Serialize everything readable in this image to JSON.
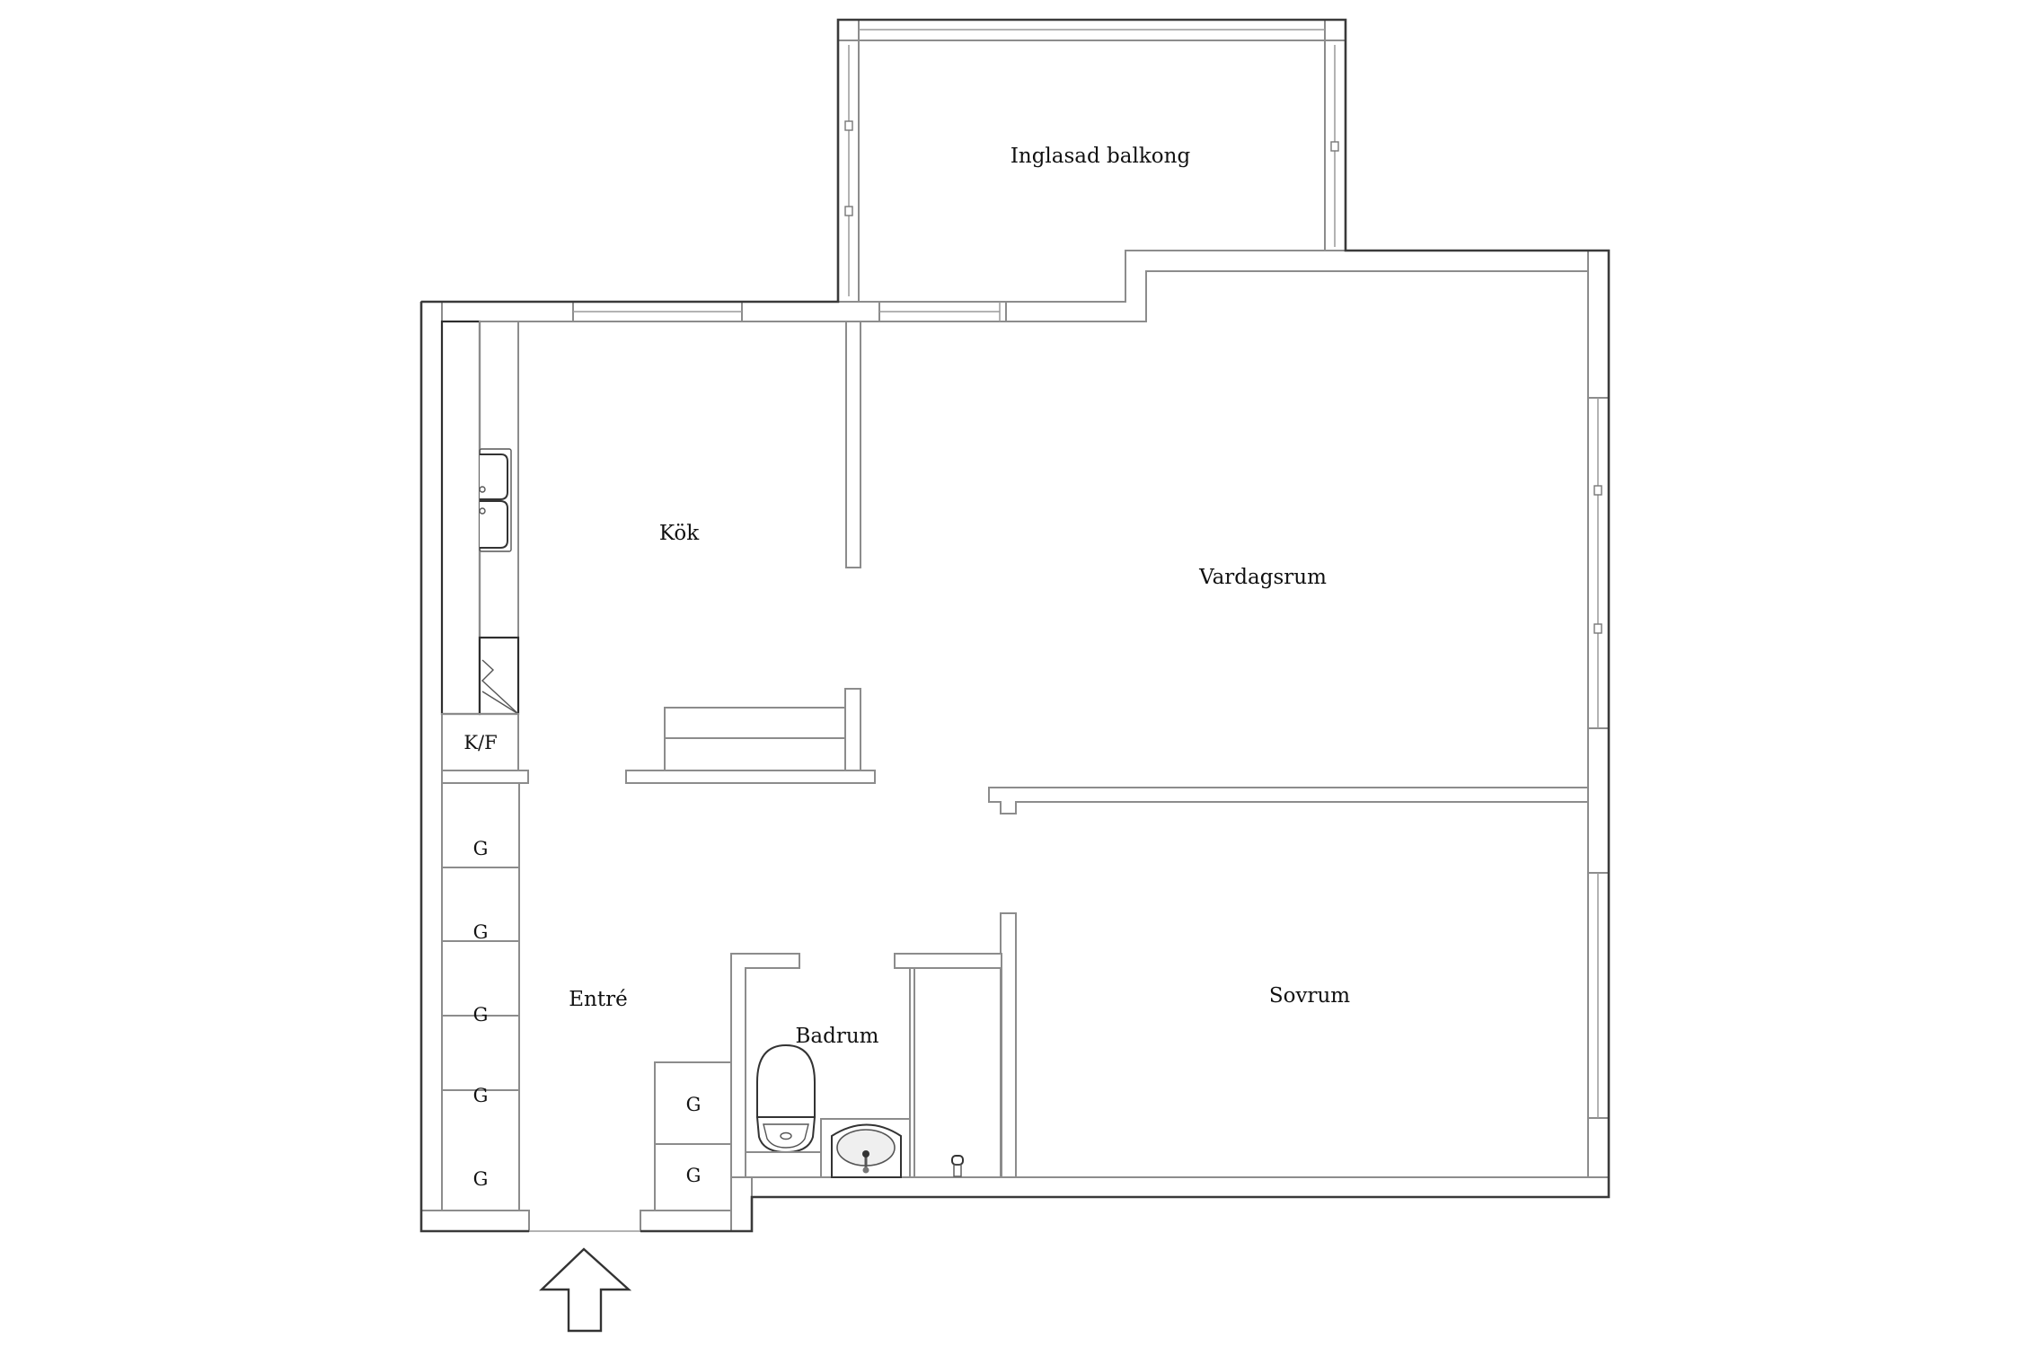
{
  "plan": {
    "type": "apartment floor plan",
    "background": "#ffffff",
    "wall_color": "#8c8c8c",
    "outer_wall_color": "#3a3a3a"
  },
  "rooms": {
    "balcony": {
      "label": "Inglasad balkong"
    },
    "kitchen": {
      "label": "Kök"
    },
    "living": {
      "label": "Vardagsrum"
    },
    "entrance": {
      "label": "Entré"
    },
    "bathroom": {
      "label": "Badrum"
    },
    "bedroom": {
      "label": "Sovrum"
    }
  },
  "fixtures": {
    "fridge_freezer": {
      "label": "K/F"
    },
    "wardrobes": [
      {
        "label": "G"
      },
      {
        "label": "G"
      },
      {
        "label": "G"
      },
      {
        "label": "G"
      },
      {
        "label": "G"
      },
      {
        "label": "G"
      },
      {
        "label": "G"
      }
    ],
    "kitchen_sink": {
      "icon": "double-sink-icon"
    },
    "dishwasher": {
      "icon": "dishwasher-icon"
    },
    "toilet": {
      "icon": "toilet-icon"
    },
    "washbasin": {
      "icon": "washbasin-icon"
    },
    "shower": {
      "icon": "shower-drain-icon"
    }
  },
  "entrance_arrow": {
    "icon": "entrance-arrow-icon",
    "direction": "up"
  }
}
